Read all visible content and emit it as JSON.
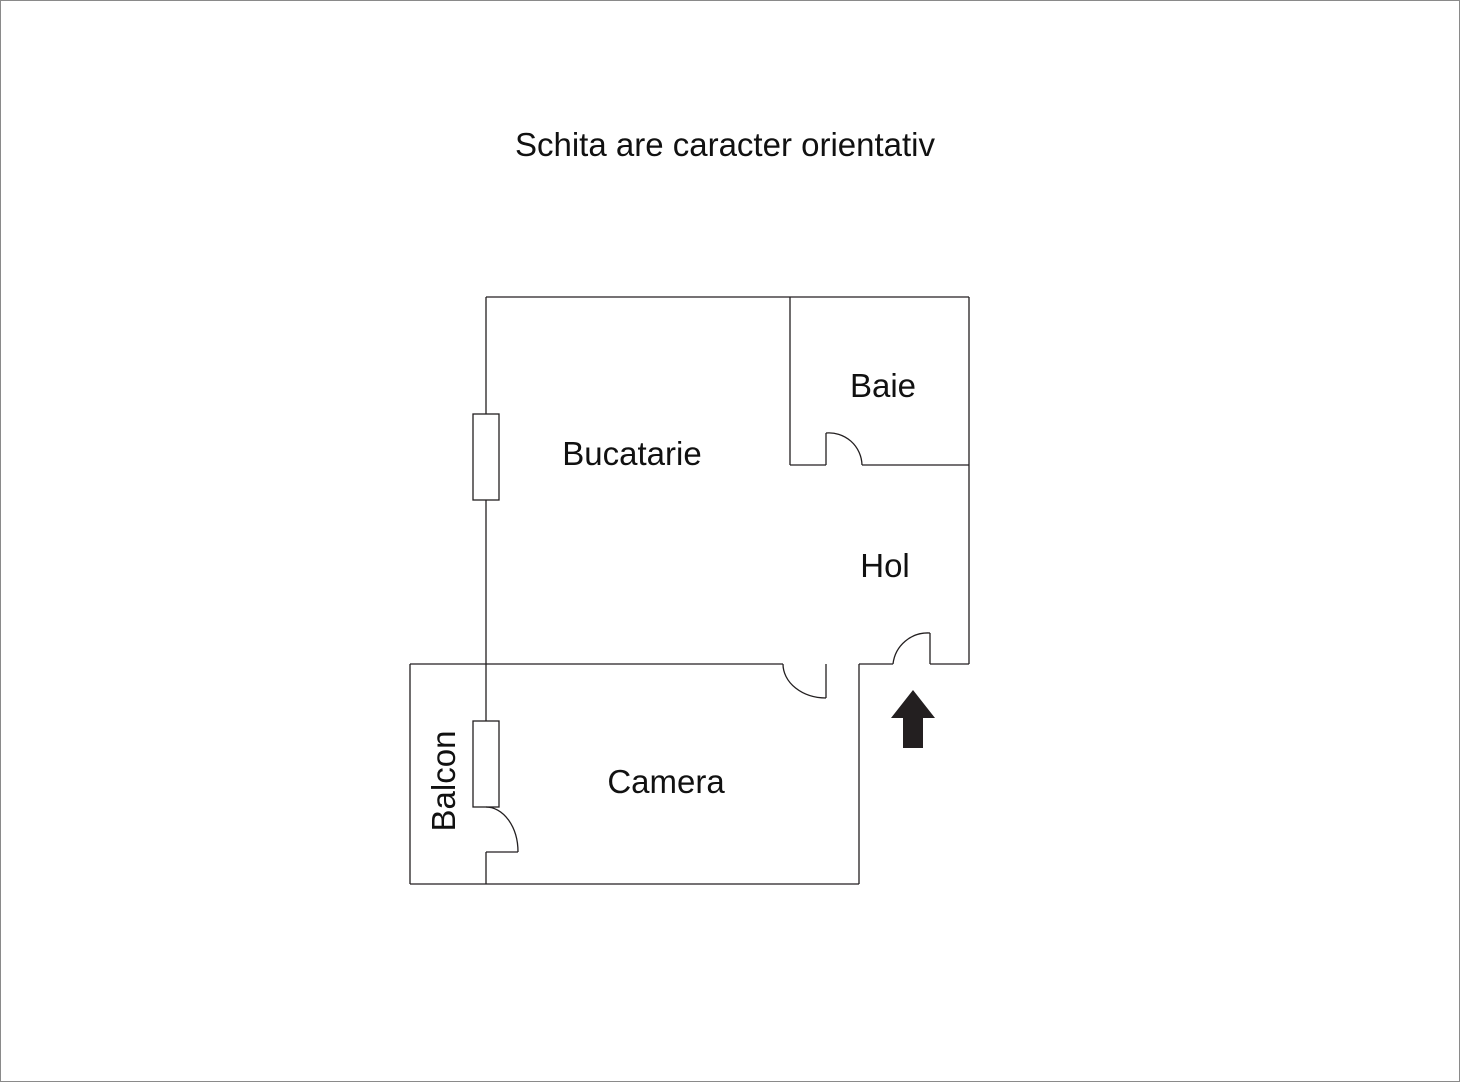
{
  "caption": "Schita are caracter orientativ",
  "rooms": {
    "bucatarie": "Bucatarie",
    "baie": "Baie",
    "hol": "Hol",
    "camera": "Camera",
    "balcon": "Balcon"
  },
  "entrance_icon": "up-arrow-icon",
  "colors": {
    "line": "#231f20",
    "text": "#111111",
    "frame": "#8a8a8a"
  }
}
